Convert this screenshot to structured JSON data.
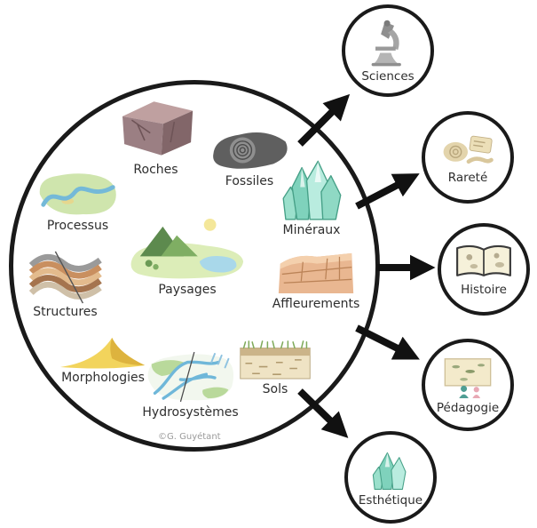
{
  "credit": "©G. Guyétant",
  "colors": {
    "outline": "#1a1a1a",
    "background": "#ffffff",
    "label_text": "#2e2e2e",
    "crystal_green": "#7fd2bc",
    "arrow_black": "#111111"
  },
  "hub": {
    "items": [
      {
        "label": "Roches",
        "icon": "rock-cube-icon"
      },
      {
        "label": "Fossiles",
        "icon": "ammonite-fossil-icon"
      },
      {
        "label": "Processus",
        "icon": "river-meander-icon"
      },
      {
        "label": "Minéraux",
        "icon": "crystal-cluster-icon"
      },
      {
        "label": "Paysages",
        "icon": "landscape-icon"
      },
      {
        "label": "Affleurements",
        "icon": "rock-outcrop-icon"
      },
      {
        "label": "Structures",
        "icon": "folded-strata-icon"
      },
      {
        "label": "Morphologies",
        "icon": "sand-dune-icon"
      },
      {
        "label": "Hydrosystèmes",
        "icon": "braided-streams-icon"
      },
      {
        "label": "Sols",
        "icon": "soil-profile-icon"
      }
    ]
  },
  "satellites": [
    {
      "label": "Sciences",
      "icon": "microscope-icon"
    },
    {
      "label": "Rareté",
      "icon": "rare-fossils-icon"
    },
    {
      "label": "Histoire",
      "icon": "open-book-icon"
    },
    {
      "label": "Pédagogie",
      "icon": "teaching-icon"
    },
    {
      "label": "Esthétique",
      "icon": "crystal-icon"
    }
  ]
}
